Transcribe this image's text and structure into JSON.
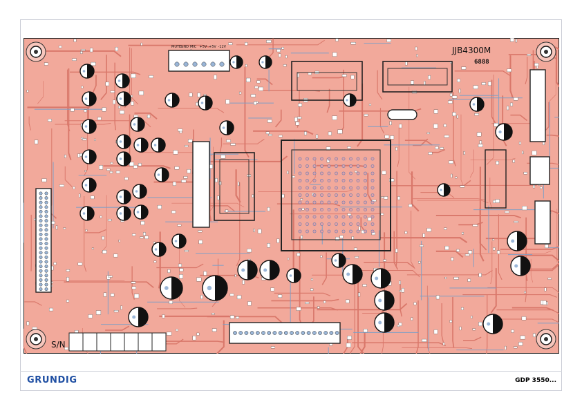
{
  "page": {
    "brand": "GRUNDIG",
    "model": "GDP 3550..."
  },
  "board": {
    "part_label": "JJB4300M",
    "code_label": "6888",
    "serial_label": "S/N",
    "connector_labels": [
      "MUTE",
      "GND",
      "MIC",
      "+5V",
      "+5V",
      "-12V"
    ],
    "colors": {
      "copper": "#ef9c8c",
      "trace": "#d9776a",
      "bottom_trace": "#7a9fc8",
      "background": "#ffffff",
      "silk": "#1a1a1a"
    }
  }
}
